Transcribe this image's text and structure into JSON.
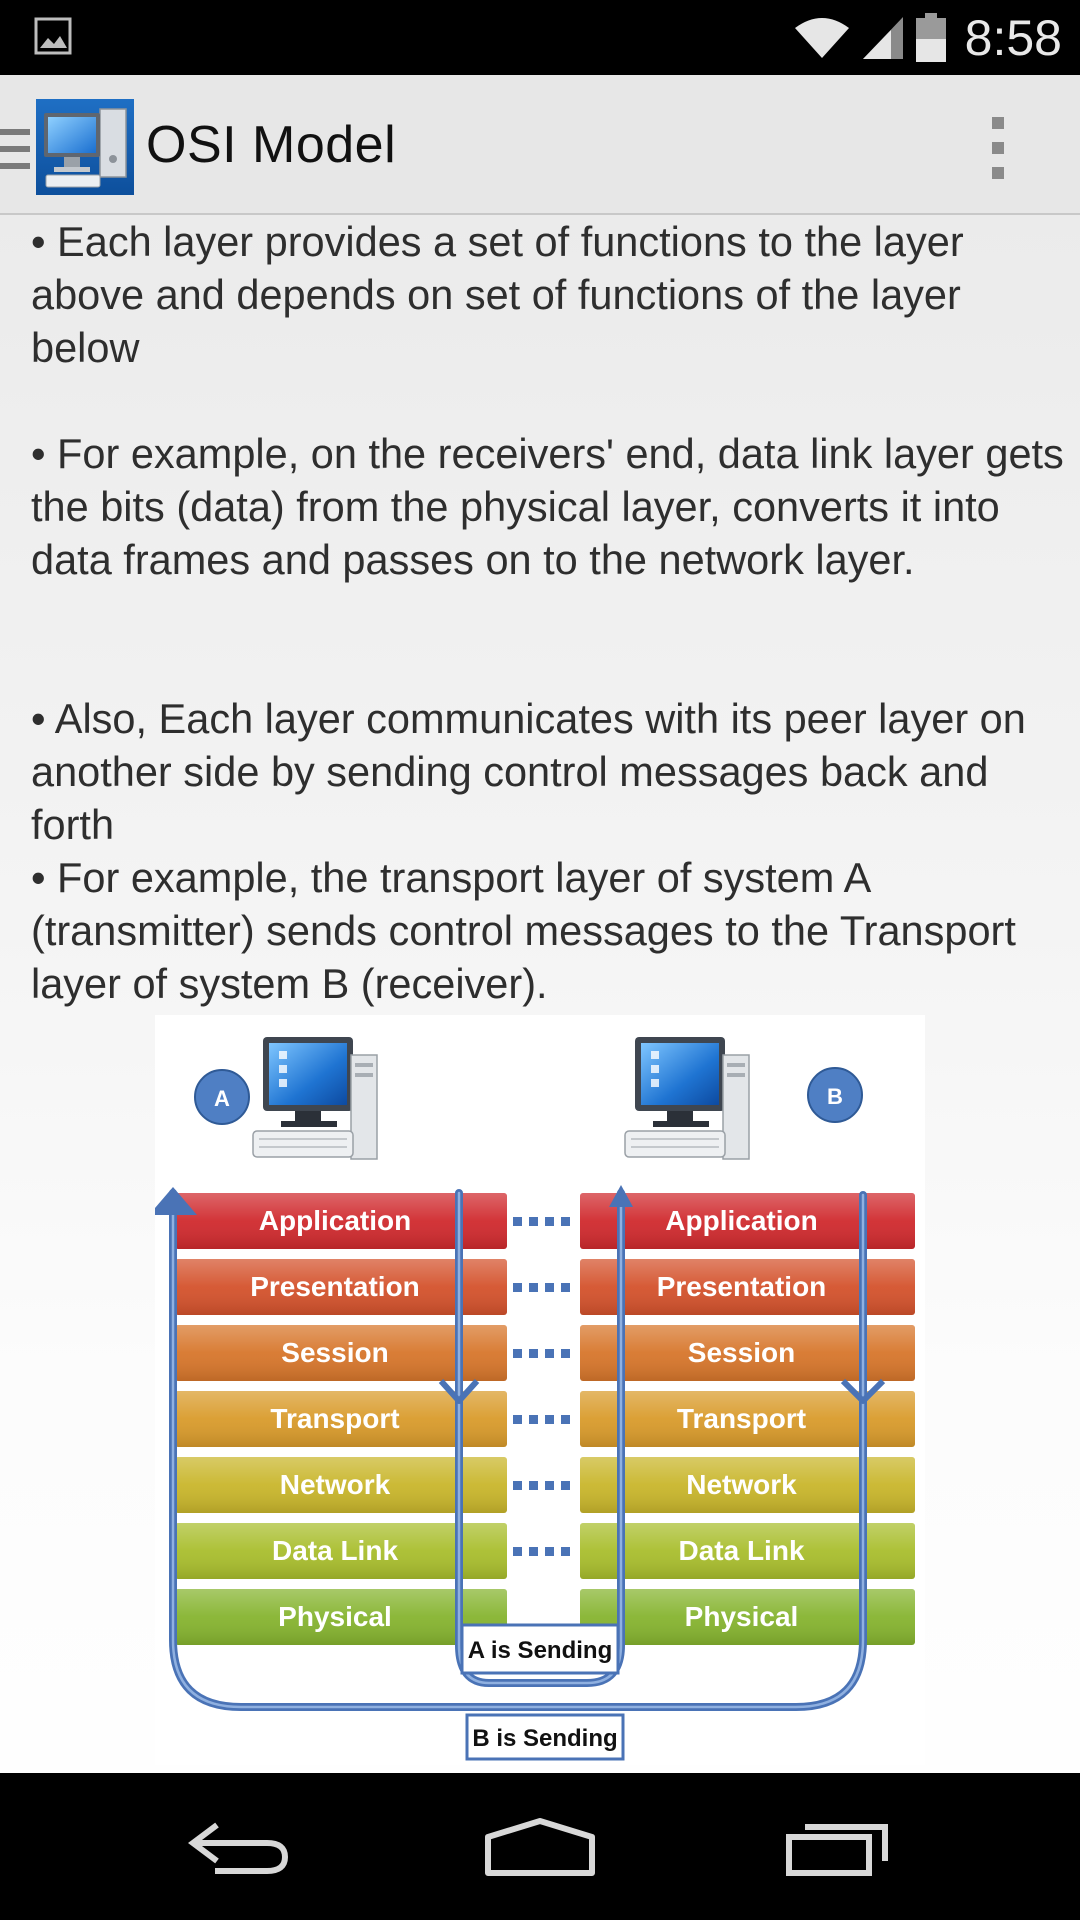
{
  "status_bar": {
    "time": "8:58",
    "icons": [
      "gallery-notification-icon",
      "wifi-icon",
      "cell-signal-icon",
      "battery-icon"
    ]
  },
  "action_bar": {
    "title": "OSI Model",
    "icons": [
      "drawer-menu-icon",
      "computer-logo-icon",
      "overflow-menu-icon"
    ]
  },
  "content": {
    "paragraphs": [
      " • Each layer provides a set of functions to the layer above and depends on set of functions of the layer below",
      " • For example, on the receivers' end, data link layer gets the bits (data) from the physical layer, converts it into data frames and passes on to the network layer.",
      " • Also, Each layer communicates with its peer layer on another side by sending control messages back and forth",
      " • For example, the transport layer of system A (transmitter) sends control messages to the Transport layer of system B (receiver)."
    ]
  },
  "diagram": {
    "system_a_label": "A",
    "system_b_label": "B",
    "layers": [
      {
        "name": "Application",
        "color": "#d02a2e"
      },
      {
        "name": "Presentation",
        "color": "#d4522c"
      },
      {
        "name": "Session",
        "color": "#d7762b"
      },
      {
        "name": "Transport",
        "color": "#d99b2b"
      },
      {
        "name": "Network",
        "color": "#c9b62b"
      },
      {
        "name": "Data Link",
        "color": "#a9be2d"
      },
      {
        "name": "Physical",
        "color": "#86b42f"
      }
    ],
    "a_sending_label": "A is Sending",
    "b_sending_label": "B is Sending",
    "arrow_color": "#4a73b6"
  },
  "nav_bar": {
    "icons": [
      "back-icon",
      "home-icon",
      "recents-icon"
    ]
  }
}
